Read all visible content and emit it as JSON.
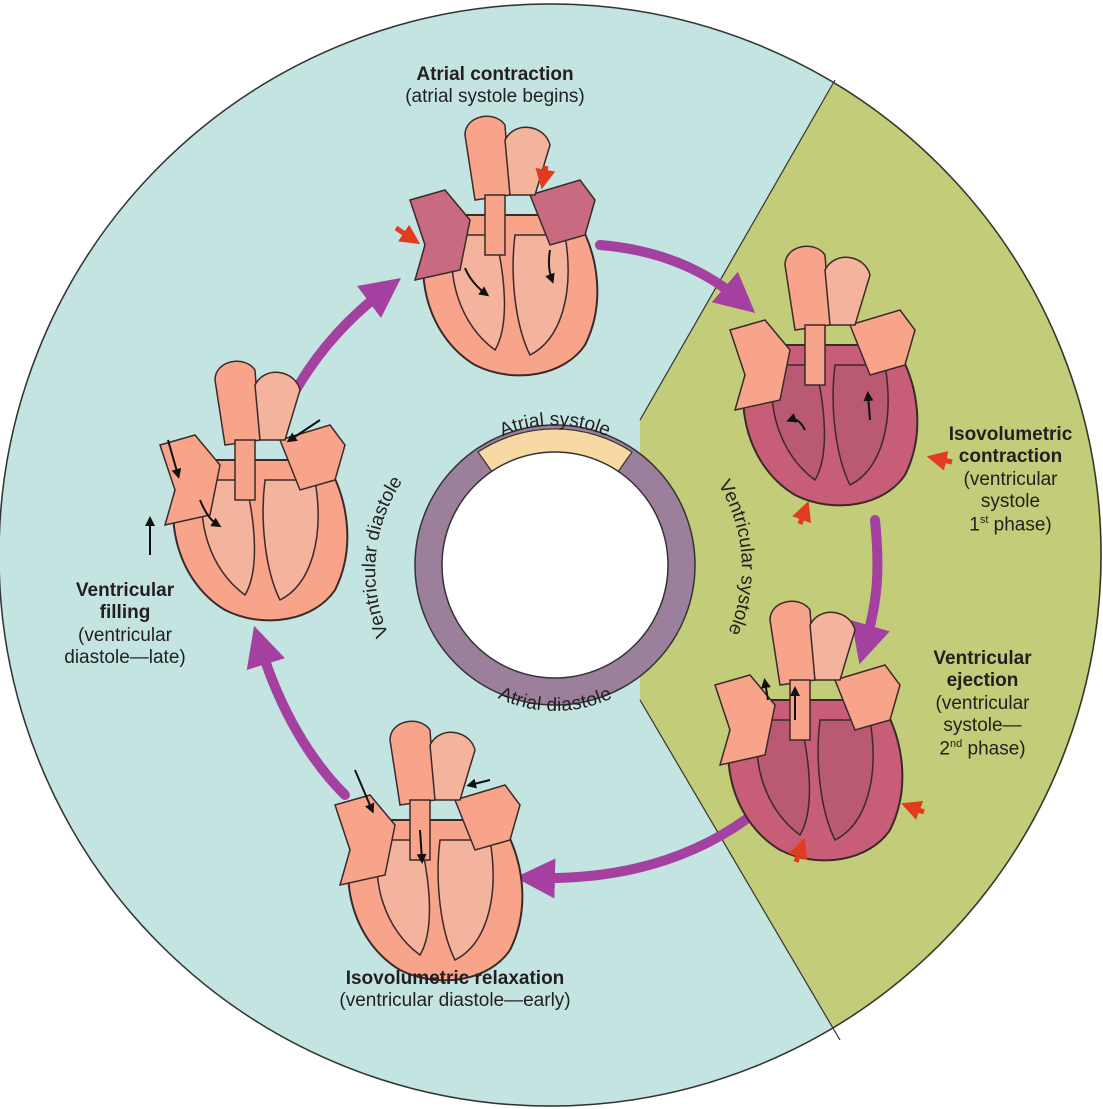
{
  "ring": {
    "atrial_systole": "Atrial systole",
    "atrial_diastole": "Atrial diastole",
    "ventricular_diastole": "Ventricular diastole",
    "ventricular_systole": "Ventricular systole"
  },
  "stages": {
    "atrial_contraction": {
      "title": "Atrial contraction",
      "sub": "(atrial systole begins)"
    },
    "isovolumetric_contraction": {
      "title_1": "Isovolumetric",
      "title_2": "contraction",
      "sub_1": "(ventricular",
      "sub_2": "systole",
      "sub_3a": "1",
      "sub_3sup": "st",
      "sub_3b": " phase)"
    },
    "ventricular_ejection": {
      "title_1": "Ventricular",
      "title_2": "ejection",
      "sub_1": "(ventricular",
      "sub_2": "systole—",
      "sub_3a": "2",
      "sub_3sup": "nd",
      "sub_3b": " phase)"
    },
    "isovolumetric_relaxation": {
      "title": "Isovolumetric relaxation",
      "sub": "(ventricular diastole—early)"
    },
    "ventricular_filling": {
      "title_1": "Ventricular",
      "title_2": "filling",
      "sub_1": "(ventricular",
      "sub_2": "diastole—late)"
    }
  },
  "colors": {
    "diastole_background": "#c4e4e2",
    "systole_background": "#c3cc78",
    "ring_purple": "#9c7f9b",
    "ring_highlight": "#f8d9a3",
    "cycle_arrow": "#a441a0",
    "heart_light": "#f7a48a",
    "heart_dark": "#c85d78",
    "pressure_arrow": "#e23b1e"
  }
}
